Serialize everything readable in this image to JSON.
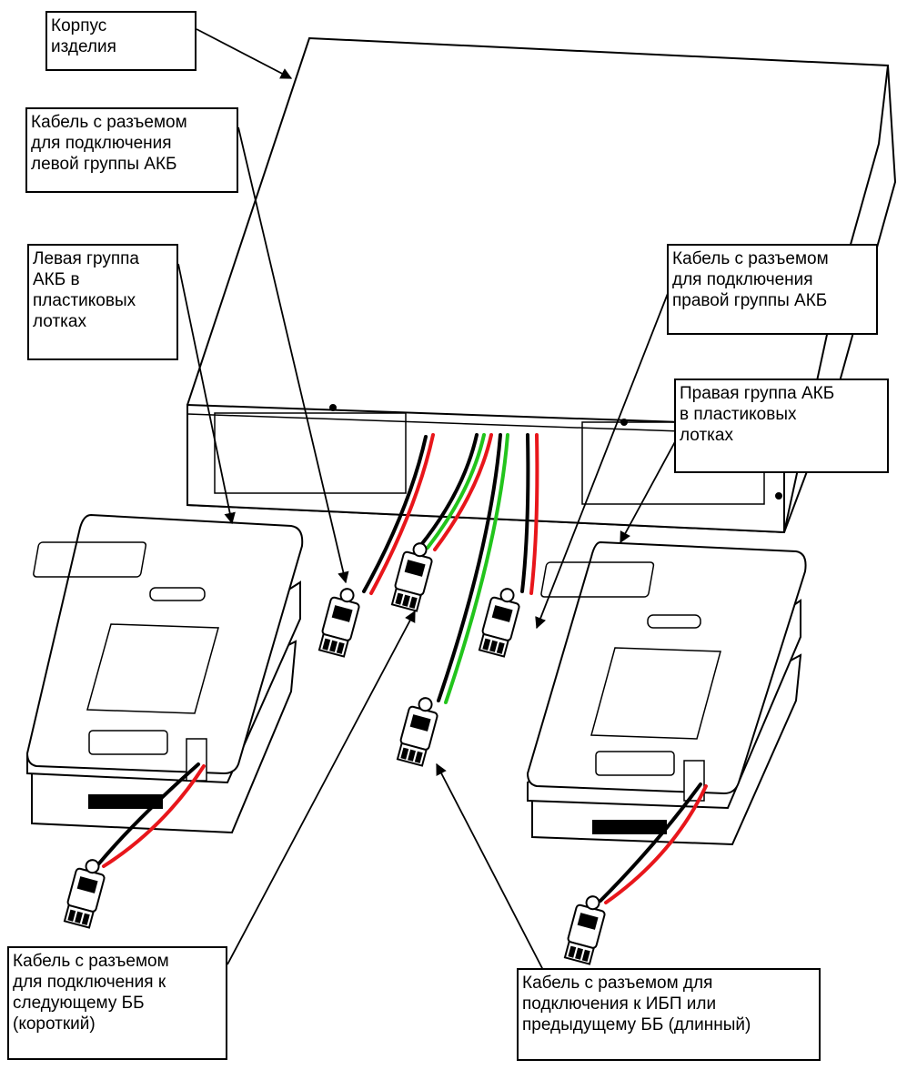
{
  "colors": {
    "line": "#000000",
    "cable_red": "#e8161b",
    "cable_green": "#22c41c",
    "background": "#ffffff"
  },
  "labels": {
    "housing": "Корпус\nизделия",
    "cable_left": "Кабель с разъемом\nдля подключения\nлевой группы АКБ",
    "left_group": "Левая группа\nАКБ в\nпластиковых\nлотках",
    "cable_right": "Кабель с разъемом\nдля подключения\nправой группы АКБ",
    "right_group": "Правая группа АКБ\nв пластиковых\nлотках",
    "cable_next": "Кабель с разъемом\nдля подключения к\nследующему ББ\n(короткий)",
    "cable_ups": "Кабель с разъемом для\nподключения к ИБП или\nпредыдущему ББ (длинный)"
  }
}
